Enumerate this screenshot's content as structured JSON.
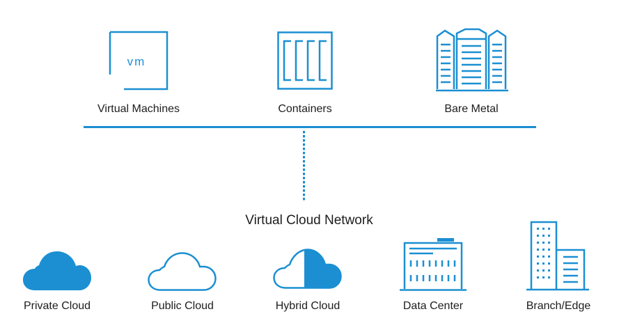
{
  "colors": {
    "accent": "#1b8fd2",
    "text": "#1d1d1d"
  },
  "workloads": [
    {
      "label": "Virtual Machines",
      "icon": "vm-icon",
      "icon_text": "vm"
    },
    {
      "label": "Containers",
      "icon": "containers-icon"
    },
    {
      "label": "Bare Metal",
      "icon": "bare-metal-icon"
    }
  ],
  "network": {
    "label": "Virtual Cloud Network"
  },
  "environments": [
    {
      "label": "Private Cloud",
      "icon": "private-cloud-icon"
    },
    {
      "label": "Public Cloud",
      "icon": "public-cloud-icon"
    },
    {
      "label": "Hybrid Cloud",
      "icon": "hybrid-cloud-icon"
    },
    {
      "label": "Data Center",
      "icon": "data-center-icon"
    },
    {
      "label": "Branch/Edge",
      "icon": "branch-edge-icon"
    }
  ]
}
